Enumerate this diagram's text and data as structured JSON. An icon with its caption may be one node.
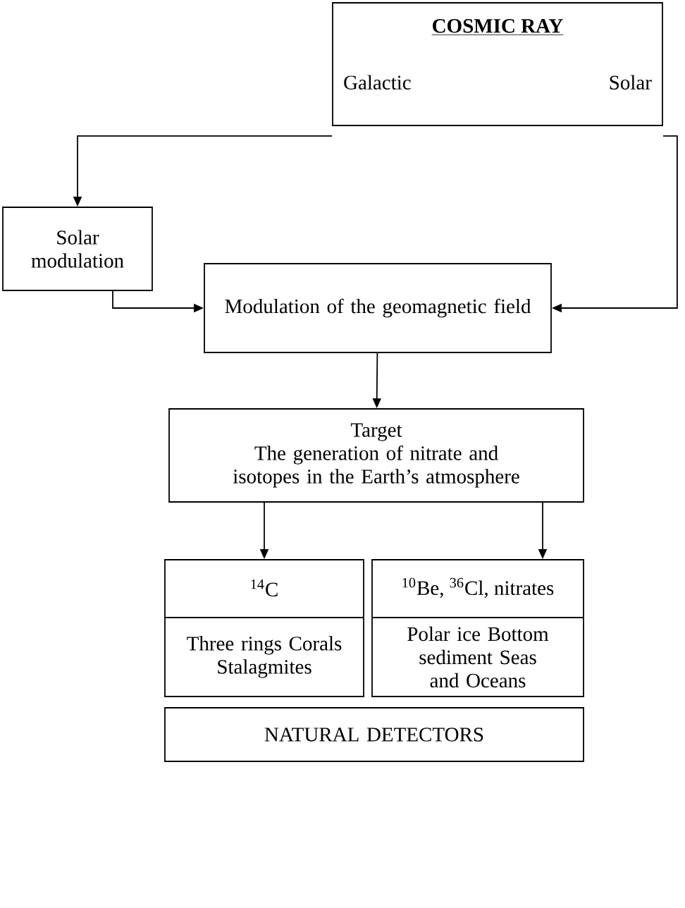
{
  "diagram": {
    "nodes": [
      {
        "text": [
          "COSMIC RAY",
          "Galactic",
          "Solar"
        ]
      },
      {
        "text": [
          "Solar modulation"
        ]
      },
      {
        "text": [
          "Modulation of the geomagnetic field"
        ]
      },
      {
        "text": [
          "Target",
          "The generation of nitrate and isotopes in the Earth’s atmosphere"
        ]
      },
      {
        "text": [
          "$^{14}$C",
          "Three rings Corals Stalagmites"
        ]
      },
      {
        "text": [
          "$^{10}$Be, $^{36}$Cl, nitrates",
          "Polar ice Bottom sediment Seas and Oceans"
        ]
      },
      {
        "text": [
          "NATURAL DETECTORS"
        ]
      }
    ],
    "edges": [
      {
        "from": 0,
        "to": 1,
        "arrow": "to"
      },
      {
        "from": 0,
        "to": 2,
        "arrow": "to"
      },
      {
        "from": 1,
        "to": 2,
        "arrow": "to"
      },
      {
        "from": 2,
        "to": 3,
        "arrow": "to"
      },
      {
        "from": 3,
        "to": 4,
        "arrow": "to"
      },
      {
        "from": 3,
        "to": 5,
        "arrow": "to"
      }
    ]
  }
}
